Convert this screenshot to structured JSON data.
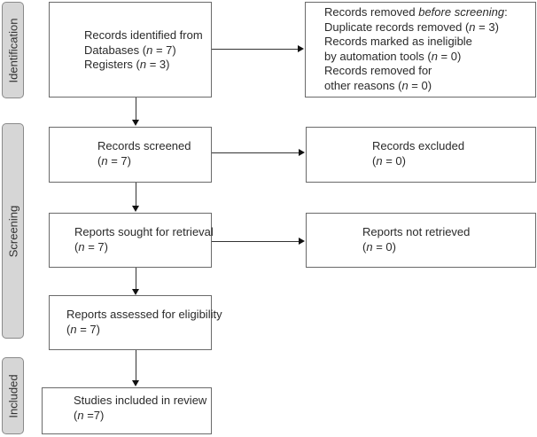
{
  "phases": {
    "identification": "Identification",
    "screening": "Screening",
    "included": "Included"
  },
  "boxes": {
    "identified": [
      {
        "pre": "Records identified from",
        "it": "",
        "post": ""
      },
      {
        "pre": "Databases (",
        "it": "n",
        "post": " = 7)"
      },
      {
        "pre": "Registers (",
        "it": "n",
        "post": " = 3)"
      }
    ],
    "removed": [
      {
        "pre": "Records removed ",
        "it": "before screening",
        "post": ":"
      },
      {
        "pre": "Duplicate records removed (",
        "it": "n",
        "post": " = 3)"
      },
      {
        "pre": "Records marked as ineligible",
        "it": "",
        "post": ""
      },
      {
        "pre": "by automation tools (",
        "it": "n",
        "post": " = 0)"
      },
      {
        "pre": "Records removed for",
        "it": "",
        "post": ""
      },
      {
        "pre": "other reasons (",
        "it": "n",
        "post": " = 0)"
      }
    ],
    "screened": [
      {
        "pre": "Records screened",
        "it": "",
        "post": ""
      },
      {
        "pre": "(",
        "it": "n",
        "post": " = 7)"
      }
    ],
    "excluded": [
      {
        "pre": "Records excluded",
        "it": "",
        "post": ""
      },
      {
        "pre": "(",
        "it": "n",
        "post": " = 0)"
      }
    ],
    "sought": [
      {
        "pre": "Reports sought for retrieval",
        "it": "",
        "post": ""
      },
      {
        "pre": "(",
        "it": "n",
        "post": " = 7)"
      }
    ],
    "not_retrieved": [
      {
        "pre": "Reports not retrieved",
        "it": "",
        "post": ""
      },
      {
        "pre": "(",
        "it": "n",
        "post": " = 0)"
      }
    ],
    "assessed": [
      {
        "pre": "Reports assessed for eligibility",
        "it": "",
        "post": ""
      },
      {
        "pre": "(",
        "it": "n",
        "post": " = 7)"
      }
    ],
    "included": [
      {
        "pre": "Studies included in review",
        "it": "",
        "post": ""
      },
      {
        "pre": "(",
        "it": "n",
        "post": " =7)"
      }
    ]
  }
}
